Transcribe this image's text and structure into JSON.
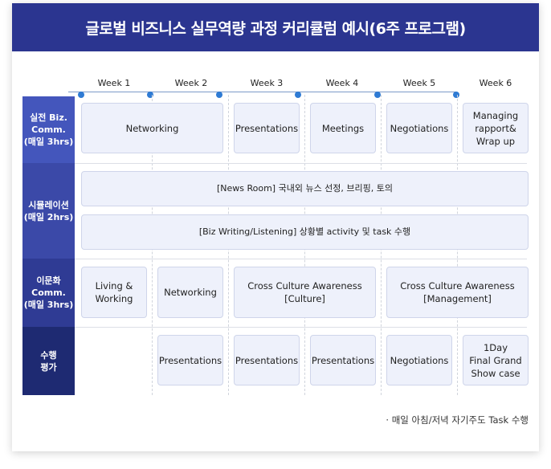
{
  "title": "글로벌 비즈니스 실무역량 과정 커리큘럼 예시(6주 프로그램)",
  "weeks": [
    "Week 1",
    "Week 2",
    "Week 3",
    "Week 4",
    "Week 5",
    "Week 6"
  ],
  "rows": [
    {
      "label_lines": [
        "실전 Biz.",
        "Comm.",
        "(매일 3hrs)"
      ]
    },
    {
      "label_lines": [
        "시뮬레이션",
        "(매일 2hrs)"
      ]
    },
    {
      "label_lines": [
        "이문화",
        "Comm.",
        "(매일 3hrs)"
      ]
    },
    {
      "label_lines": [
        "수행",
        "평가"
      ]
    }
  ],
  "boxes": {
    "biz_networking": "Networking",
    "biz_presentations": "Presentations",
    "biz_meetings": "Meetings",
    "biz_negotiations": "Negotiations",
    "biz_wrap_lines": [
      "Managing",
      "rapport&",
      "Wrap up"
    ],
    "sim_newsroom": "[News Room] 국내외 뉴스 선정, 브리핑, 토의",
    "sim_bizwriting": "[Biz Writing/Listening] 상황별 activity 및 task 수행",
    "ic_living_lines": [
      "Living &",
      "Working"
    ],
    "ic_networking": "Networking",
    "ic_culture_lines": [
      "Cross Culture Awareness",
      "[Culture]"
    ],
    "ic_management_lines": [
      "Cross Culture Awareness",
      "[Management]"
    ],
    "eval_w2": "Presentations",
    "eval_w3": "Presentations",
    "eval_w4": "Presentations",
    "eval_w5": "Negotiations",
    "eval_w6_lines": [
      "1Day",
      "Final Grand",
      "Show case"
    ]
  },
  "note": "· 매일 아침/저녁 자기주도 Task 수행",
  "colors": {
    "header": "#2b3590",
    "box_fill": "#eef1fb",
    "timeline_dot": "#2f7bd4"
  }
}
